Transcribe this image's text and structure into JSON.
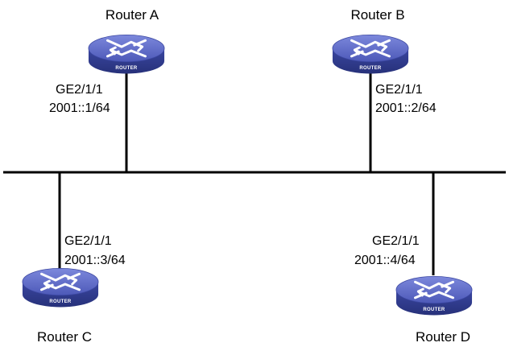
{
  "routers": [
    {
      "id": "a",
      "name": "Router A",
      "badge": "ROUTER",
      "interface": "GE2/1/1",
      "ipv6": "2001::1/64"
    },
    {
      "id": "b",
      "name": "Router B",
      "badge": "ROUTER",
      "interface": "GE2/1/1",
      "ipv6": "2001::2/64"
    },
    {
      "id": "c",
      "name": "Router C",
      "badge": "ROUTER",
      "interface": "GE2/1/1",
      "ipv6": "2001::3/64"
    },
    {
      "id": "d",
      "name": "Router D",
      "badge": "ROUTER",
      "interface": "GE2/1/1",
      "ipv6": "2001::4/64"
    }
  ],
  "colors": {
    "router_top": "#5b68c9",
    "router_side": "#2e3a8c",
    "line": "#000000"
  },
  "icons": {
    "router": "router-icon"
  }
}
